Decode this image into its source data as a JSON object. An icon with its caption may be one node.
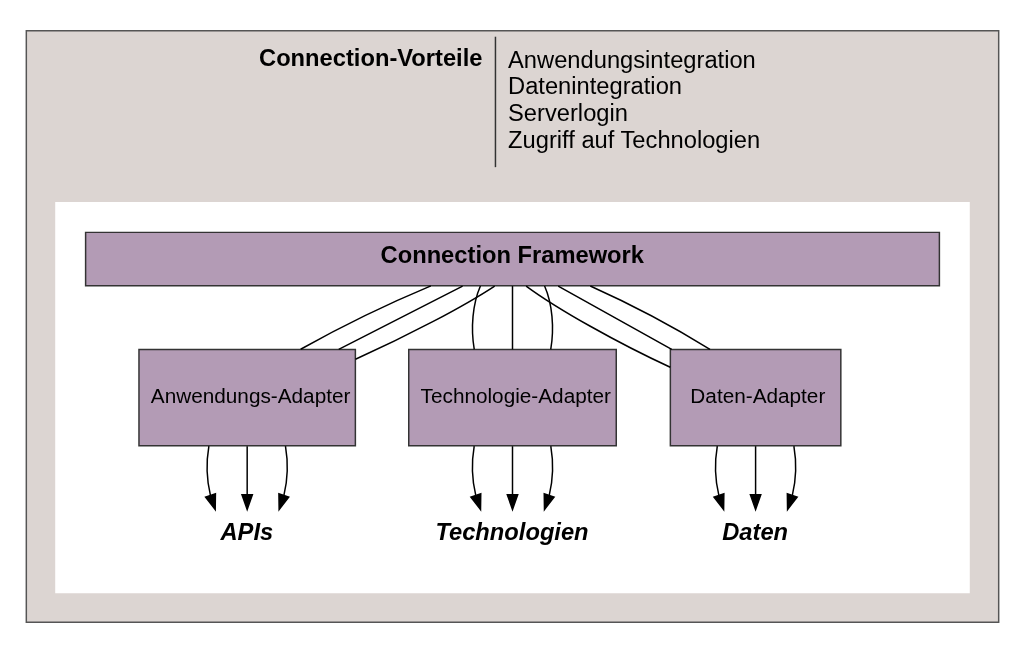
{
  "diagram": {
    "nodes": [
      {
        "text": [
          "Connection-Vorteile",
          "Anwendungsintegration",
          "Datenintegration",
          "Serverlogin",
          "Zugriff auf Technologien"
        ]
      },
      {
        "text": [],
        "shape": "box",
        "in": 0
      },
      {
        "text": [
          "Connection Framework"
        ],
        "in": 1
      },
      {
        "text": [
          "Anwendungs-Adapter"
        ],
        "in": 1
      },
      {
        "text": [
          "Technologie-Adapter"
        ],
        "in": 1
      },
      {
        "text": [
          "Daten-Adapter"
        ],
        "in": 1
      },
      {
        "text": [
          "APIs"
        ],
        "in": 1
      },
      {
        "text": [
          "Technologien"
        ],
        "in": 1
      },
      {
        "text": [
          "Daten"
        ],
        "in": 1
      }
    ],
    "edges": [
      {
        "from": 2,
        "to": 3,
        "arrow": "none"
      },
      {
        "from": 2,
        "to": 3,
        "arrow": "none"
      },
      {
        "from": 2,
        "to": 3,
        "arrow": "none"
      },
      {
        "from": 2,
        "to": 4,
        "arrow": "none"
      },
      {
        "from": 2,
        "to": 4,
        "arrow": "none"
      },
      {
        "from": 2,
        "to": 4,
        "arrow": "none"
      },
      {
        "from": 2,
        "to": 5,
        "arrow": "none"
      },
      {
        "from": 2,
        "to": 5,
        "arrow": "none"
      },
      {
        "from": 2,
        "to": 5,
        "arrow": "none"
      },
      {
        "from": 3,
        "to": 6,
        "arrow": "to"
      },
      {
        "from": 3,
        "to": 6,
        "arrow": "to"
      },
      {
        "from": 3,
        "to": 6,
        "arrow": "to"
      },
      {
        "from": 4,
        "to": 7,
        "arrow": "to"
      },
      {
        "from": 4,
        "to": 7,
        "arrow": "to"
      },
      {
        "from": 4,
        "to": 7,
        "arrow": "to"
      },
      {
        "from": 5,
        "to": 8,
        "arrow": "to"
      },
      {
        "from": 5,
        "to": 8,
        "arrow": "to"
      },
      {
        "from": 5,
        "to": 8,
        "arrow": "to"
      }
    ]
  }
}
